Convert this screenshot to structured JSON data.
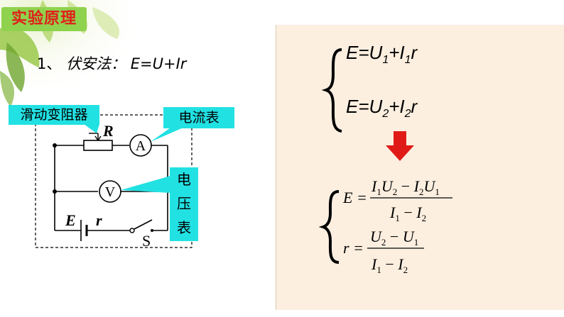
{
  "title": "实验原理",
  "method": {
    "number": "1、",
    "label": "伏安法：",
    "formula": "E=U+Ir"
  },
  "labels": {
    "slide_rheostat": "滑动变阻器",
    "ammeter": "电流表",
    "voltmeter_chars": [
      "电",
      "压",
      "表"
    ]
  },
  "circuit": {
    "resistor": "R",
    "ammeter_symbol": "A",
    "voltmeter_symbol": "V",
    "emf": "E",
    "internal_r": "r",
    "switch": "S"
  },
  "equations": {
    "eq1": {
      "lhs": "E=U",
      "sub1": "1",
      "mid": "+I",
      "sub2": "1",
      "end": "r"
    },
    "eq2": {
      "lhs": "E=U",
      "sub1": "2",
      "mid": "+I",
      "sub2": "2",
      "end": "r"
    }
  },
  "solution": {
    "E_lhs": "E =",
    "r_lhs": "r =",
    "E_num": {
      "a": "I",
      "a_sub": "1",
      "b": "U",
      "b_sub": "2",
      "op": " − ",
      "c": "I",
      "c_sub": "2",
      "d": "U",
      "d_sub": "1"
    },
    "E_den": {
      "a": "I",
      "a_sub": "1",
      "op": " − ",
      "b": "I",
      "b_sub": "2"
    },
    "r_num": {
      "a": "U",
      "a_sub": "2",
      "op": " − ",
      "b": "U",
      "b_sub": "1"
    },
    "r_den": {
      "a": "I",
      "a_sub": "1",
      "op": " − ",
      "b": "I",
      "b_sub": "2"
    }
  },
  "colors": {
    "title_bg": "#8fd24e",
    "title_text": "#e0201b",
    "callout": "#22e1e3",
    "panel": "#fcefe0",
    "arrow": "#e01b17"
  }
}
